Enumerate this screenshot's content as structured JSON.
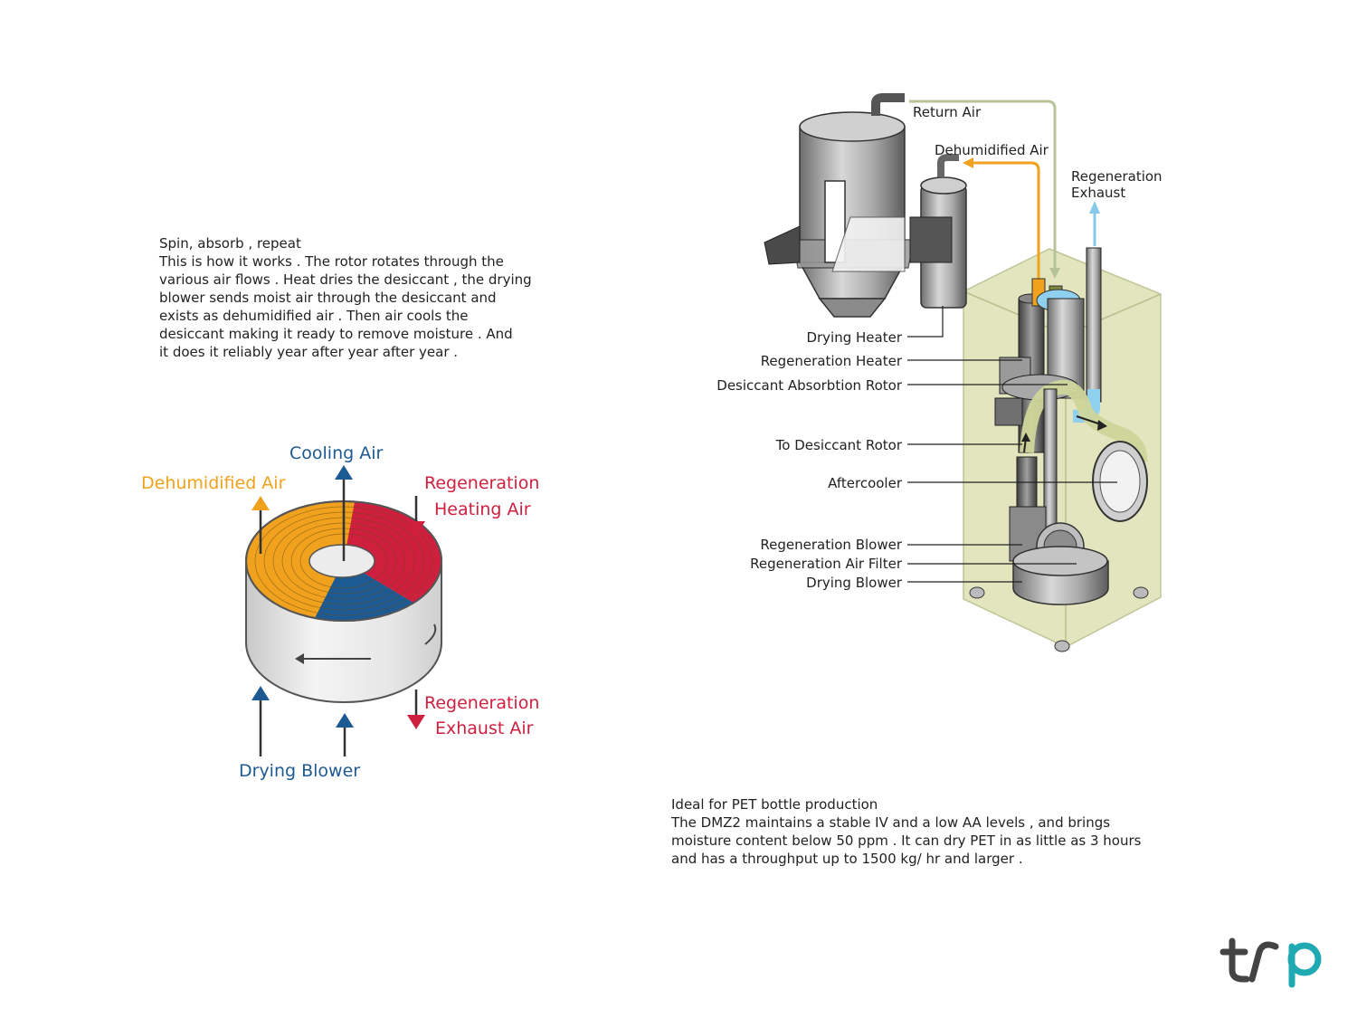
{
  "intro": {
    "heading": "Spin,   absorb   , repeat",
    "lines": [
      "This  is how it    works . The  rotor  rotates    through    the",
      "various    air  flows . Heat   dries  the  desiccant    , the  drying",
      "blower   sends   moist   air  through   the  desiccant     and",
      "exists   as  dehumidified      air . Then  air  cools   the",
      "desiccant     making     it ready    to remove     moisture    . And",
      "it does   it reliably    year   after   year   after   year  ."
    ]
  },
  "wheel": {
    "cooling_air": "Cooling Air",
    "dehumidified_air": "Dehumidified Air",
    "regen_heating_1": "Regeneration",
    "regen_heating_2": "Heating Air",
    "regen_exhaust_1": "Regeneration",
    "regen_exhaust_2": "Exhaust Air",
    "drying_blower": "Drying Blower",
    "colors": {
      "orange": "#f0a21e",
      "red": "#cf1f3f",
      "blue": "#1d5a93",
      "gray": "#d9d9d9"
    }
  },
  "machine": {
    "return_air": "Return Air",
    "dehumidified_air": "Dehumidified Air",
    "regen_exhaust_1": "Regeneration",
    "regen_exhaust_2": "Exhaust",
    "labels": [
      "Drying Heater",
      "Regeneration Heater",
      "Desiccant Absorbtion Rotor",
      "To Desiccant Rotor",
      "Aftercooler",
      "Regeneration Blower",
      "Regeneration Air Filter",
      "Drying Blower"
    ]
  },
  "ideal": {
    "heading": "Ideal   for  PET  bottle   production",
    "lines": [
      "The  DMZ2  maintains     a  stable    IV  and   a  low  AA  levels  , and   brings",
      "moisture    content    below   50  ppm  . It can   dry  PET in as    little  as 3    hours",
      "and   has a    throughput     up  to  1500 kg/  hr  and   larger  ."
    ]
  },
  "logo": {
    "text": "tsp",
    "colors": {
      "dark": "#444444",
      "teal": "#1fa9b3"
    }
  }
}
